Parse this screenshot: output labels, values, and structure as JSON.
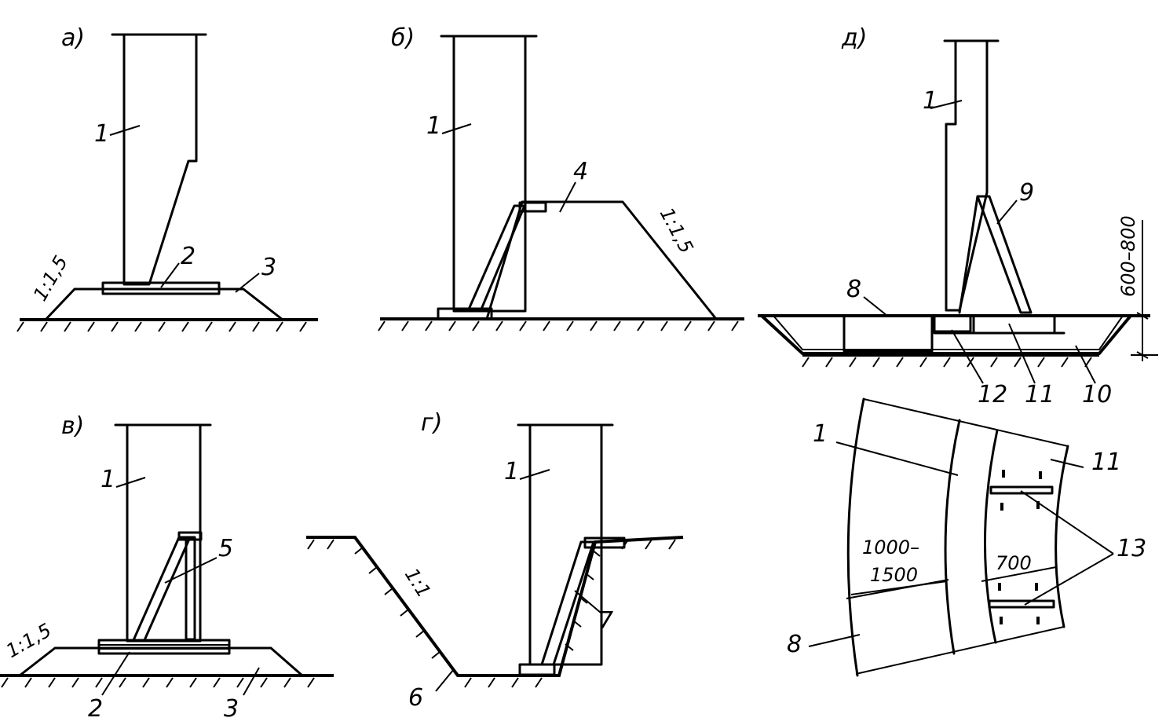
{
  "panels": {
    "a": {
      "letter": "а)",
      "labels": [
        "1",
        "2",
        "3"
      ],
      "slope": "1:1,5"
    },
    "b": {
      "letter": "б)",
      "labels": [
        "1",
        "4"
      ],
      "slope": "1:1,5"
    },
    "v": {
      "letter": "в)",
      "labels": [
        "1",
        "5",
        "2",
        "3"
      ],
      "slope": "1:1,5"
    },
    "g": {
      "letter": "г)",
      "labels": [
        "1",
        "7",
        "6"
      ],
      "slope": "1:1"
    },
    "d": {
      "letter": "д)",
      "labels": [
        "1",
        "9",
        "8",
        "12",
        "11",
        "10"
      ],
      "dimension": "600–800"
    },
    "plan": {
      "labels": [
        "1",
        "11",
        "13",
        "8"
      ],
      "dim_wide_1": "1000–",
      "dim_wide_2": "1500",
      "dim_narrow": "700"
    }
  },
  "colors": {
    "line": "#000000",
    "background": "#ffffff"
  }
}
